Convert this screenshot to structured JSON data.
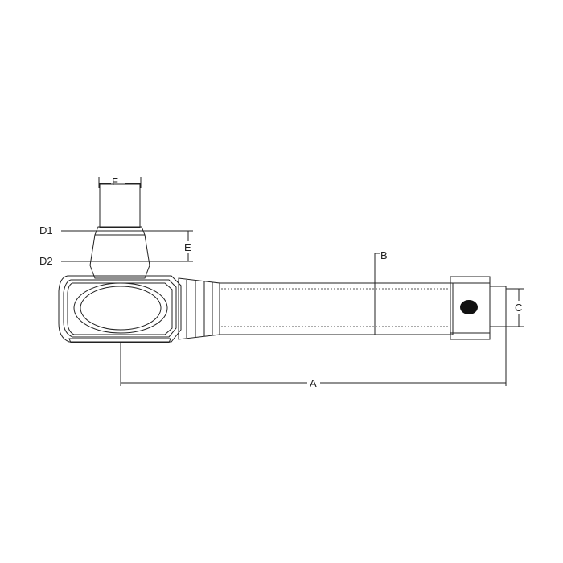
{
  "diagram": {
    "labels": {
      "A": "A",
      "B": "B",
      "C": "C",
      "D1": "D1",
      "D2": "D2",
      "E": "E",
      "F": "F"
    },
    "colors": {
      "line": "#222222",
      "body_fill": "#d4d4d4",
      "shade_fill": "#b8b8b8",
      "hatch_fill": "#8c8c8c",
      "highlight": "#f2f2f2",
      "hole": "#111111"
    }
  }
}
